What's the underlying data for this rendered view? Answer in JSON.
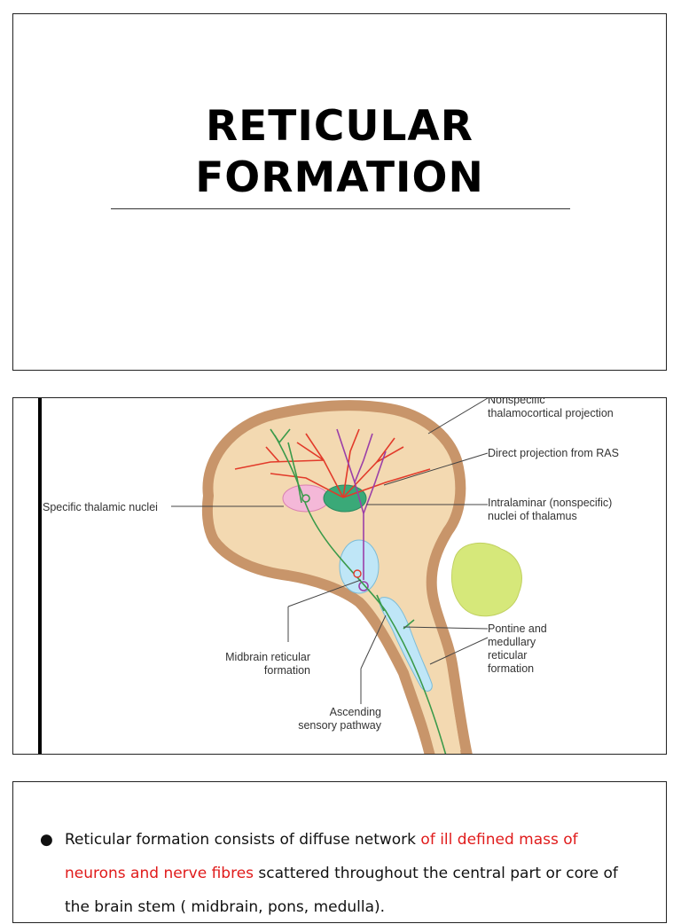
{
  "slide1": {
    "title_line1": "RETICULAR",
    "title_line2": "FORMATION"
  },
  "diagram": {
    "labels": {
      "nonspecific_line1": "Nonspecific",
      "nonspecific_line2": "thalamocortical projection",
      "direct_projection": "Direct projection from RAS",
      "specific_thalamic": "Specific thalamic nuclei",
      "intralaminar_line1": "Intralaminar (nonspecific)",
      "intralaminar_line2": "nuclei of thalamus",
      "pontine_line1": "Pontine and",
      "pontine_line2": "medullary",
      "pontine_line3": "reticular",
      "pontine_line4": "formation",
      "midbrain_line1": "Midbrain reticular",
      "midbrain_line2": "formation",
      "ascending_line1": "Ascending",
      "ascending_line2": "sensory pathway"
    },
    "colors": {
      "cortex": "#c8956a",
      "brain_fill": "#f3d9b1",
      "cerebellum": "#d6e87a",
      "reticular": "#bfe6f7",
      "specific_nucleus": "#f4b8d8",
      "intralaminar_nucleus": "#3aa978",
      "sensory_path": "#3a9a4a",
      "nonspecific_path": "#e23a2a",
      "direct_path": "#9b3fa8"
    }
  },
  "slide3": {
    "bullet_part1": "Reticular formation consists of diffuse network ",
    "bullet_highlight": "of ill defined mass of neurons and nerve fibres",
    "bullet_part2": " scattered throughout the central part or core of the brain stem ( midbrain, pons, medulla)."
  }
}
